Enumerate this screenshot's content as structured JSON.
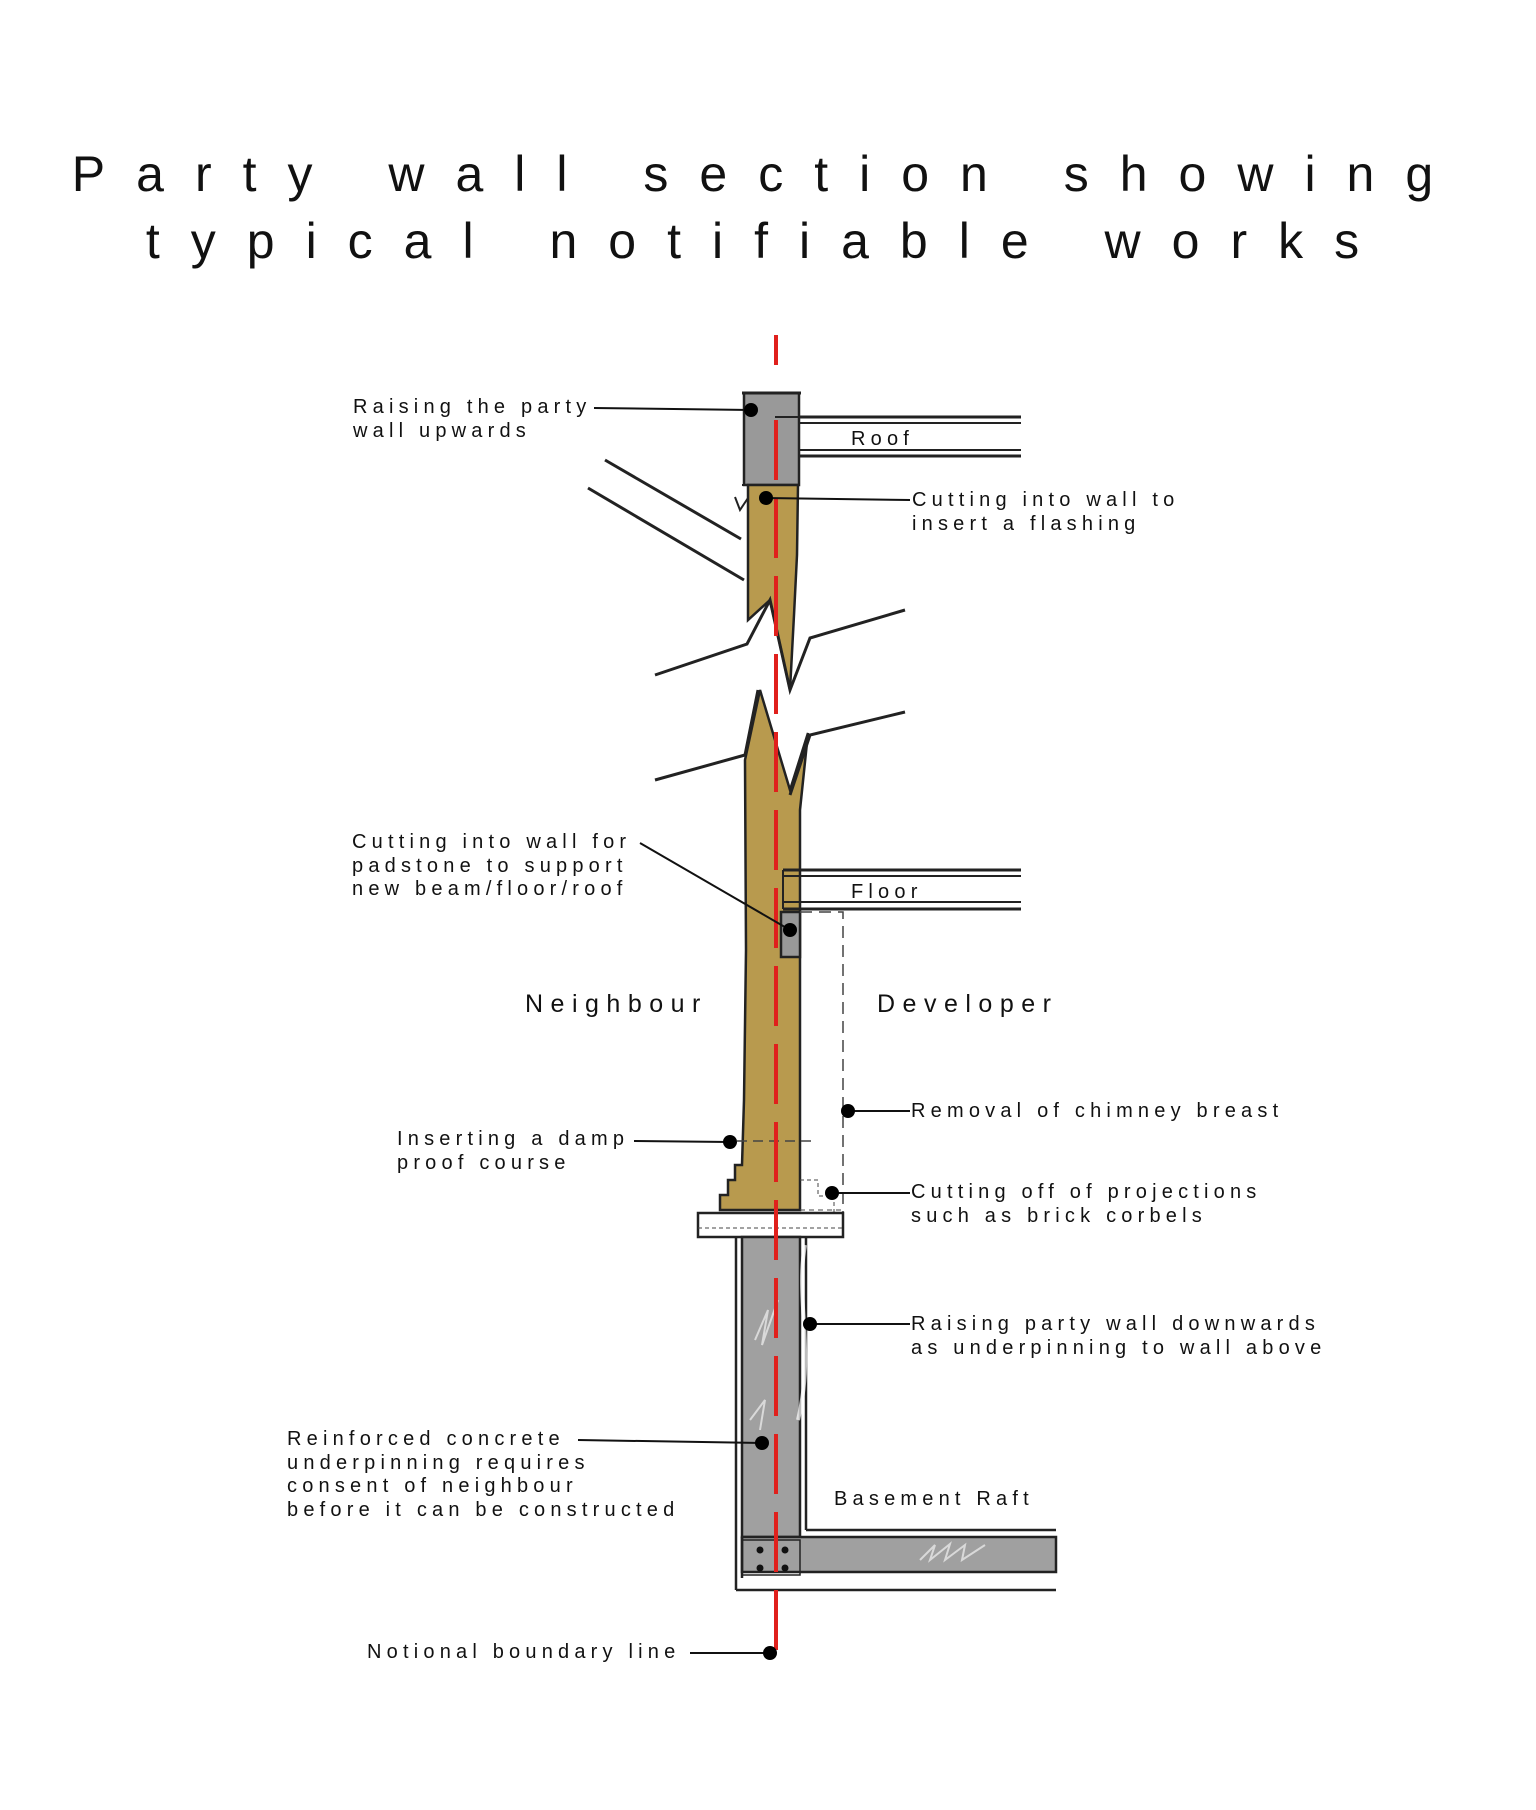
{
  "title": {
    "line1": "Party wall section showing",
    "line2": "typical notifiable works"
  },
  "colors": {
    "existing_wall": "#b89a4e",
    "new_work": "#9a9a9a",
    "boundary_line": "#e0201c",
    "ink": "#111111"
  },
  "elements": {
    "roof": "Roof",
    "floor": "Floor",
    "basement_raft": "Basement Raft"
  },
  "sides": {
    "neighbour": "Neighbour",
    "developer": "Developer"
  },
  "callouts": {
    "raising_up": [
      "Raising the party",
      "wall upwards"
    ],
    "flashing": [
      "Cutting into wall to",
      "insert a flashing"
    ],
    "padstone": [
      "Cutting into wall for",
      "padstone to support",
      "new beam/floor/roof"
    ],
    "chimney": [
      "Removal of chimney breast"
    ],
    "dpc": [
      "Inserting a damp",
      "proof course"
    ],
    "projections": [
      "Cutting off of projections",
      "such as brick corbels"
    ],
    "raising_down": [
      "Raising party wall downwards",
      "as underpinning to wall above"
    ],
    "rc_underpinning": [
      "Reinforced concrete",
      "underpinning requires",
      "consent of neighbour",
      "before it can be constructed"
    ],
    "boundary": [
      "Notional boundary line"
    ]
  }
}
